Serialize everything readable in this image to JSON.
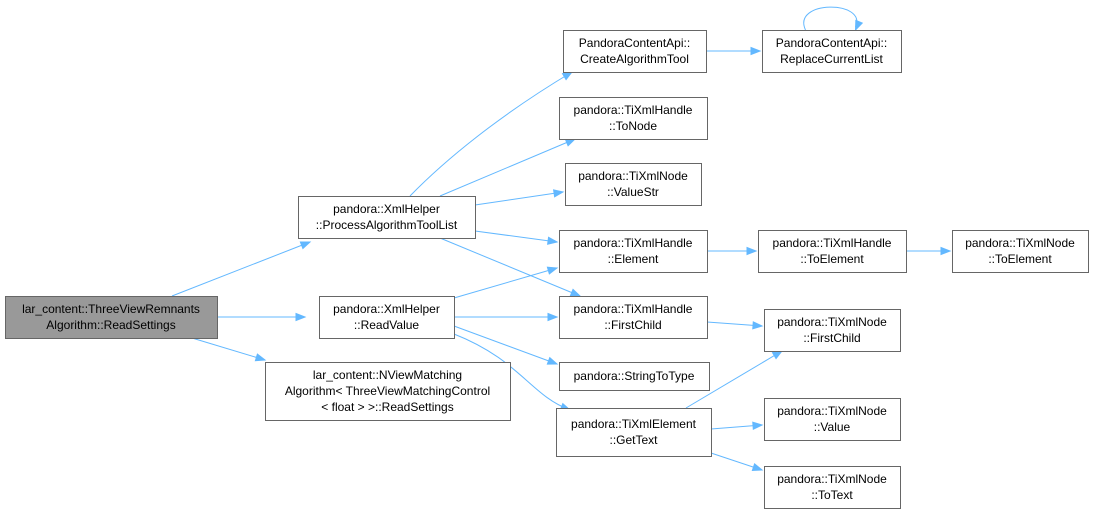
{
  "nodes": [
    {
      "id": "root",
      "lines": [
        "lar_content::ThreeViewRemnants",
        "Algorithm::ReadSettings"
      ],
      "root": true
    },
    {
      "id": "processAlgorithmToolList",
      "lines": [
        "pandora::XmlHelper",
        "::ProcessAlgorithmToolList"
      ]
    },
    {
      "id": "readValue",
      "lines": [
        "pandora::XmlHelper",
        "::ReadValue"
      ]
    },
    {
      "id": "nviewReadSettings",
      "lines": [
        "lar_content::NViewMatching",
        "Algorithm< ThreeViewMatchingControl",
        "< float > >::ReadSettings"
      ]
    },
    {
      "id": "createAlgorithmTool",
      "lines": [
        "PandoraContentApi::",
        "CreateAlgorithmTool"
      ]
    },
    {
      "id": "replaceCurrentList",
      "lines": [
        "PandoraContentApi::",
        "ReplaceCurrentList"
      ]
    },
    {
      "id": "handleToNode",
      "lines": [
        "pandora::TiXmlHandle",
        "::ToNode"
      ]
    },
    {
      "id": "nodeValueStr",
      "lines": [
        "pandora::TiXmlNode",
        "::ValueStr"
      ]
    },
    {
      "id": "handleElement",
      "lines": [
        "pandora::TiXmlHandle",
        "::Element"
      ]
    },
    {
      "id": "handleToElement",
      "lines": [
        "pandora::TiXmlHandle",
        "::ToElement"
      ]
    },
    {
      "id": "nodeToElement",
      "lines": [
        "pandora::TiXmlNode",
        "::ToElement"
      ]
    },
    {
      "id": "handleFirstChild",
      "lines": [
        "pandora::TiXmlHandle",
        "::FirstChild"
      ]
    },
    {
      "id": "nodeFirstChild",
      "lines": [
        "pandora::TiXmlNode",
        "::FirstChild"
      ]
    },
    {
      "id": "stringToType",
      "lines": [
        "pandora::StringToType"
      ]
    },
    {
      "id": "elementGetText",
      "lines": [
        "pandora::TiXmlElement",
        "::GetText"
      ]
    },
    {
      "id": "nodeValue",
      "lines": [
        "pandora::TiXmlNode",
        "::Value"
      ]
    },
    {
      "id": "nodeToText",
      "lines": [
        "pandora::TiXmlNode",
        "::ToText"
      ]
    }
  ],
  "edges": [
    {
      "from": "root",
      "to": "processAlgorithmToolList"
    },
    {
      "from": "root",
      "to": "readValue"
    },
    {
      "from": "root",
      "to": "nviewReadSettings"
    },
    {
      "from": "processAlgorithmToolList",
      "to": "createAlgorithmTool"
    },
    {
      "from": "processAlgorithmToolList",
      "to": "handleToNode"
    },
    {
      "from": "processAlgorithmToolList",
      "to": "nodeValueStr"
    },
    {
      "from": "processAlgorithmToolList",
      "to": "handleElement"
    },
    {
      "from": "processAlgorithmToolList",
      "to": "handleFirstChild"
    },
    {
      "from": "createAlgorithmTool",
      "to": "replaceCurrentList"
    },
    {
      "from": "replaceCurrentList",
      "to": "replaceCurrentList"
    },
    {
      "from": "handleElement",
      "to": "handleToElement"
    },
    {
      "from": "handleToElement",
      "to": "nodeToElement"
    },
    {
      "from": "readValue",
      "to": "handleElement"
    },
    {
      "from": "readValue",
      "to": "handleFirstChild"
    },
    {
      "from": "readValue",
      "to": "stringToType"
    },
    {
      "from": "readValue",
      "to": "elementGetText"
    },
    {
      "from": "handleFirstChild",
      "to": "nodeFirstChild"
    },
    {
      "from": "elementGetText",
      "to": "nodeFirstChild"
    },
    {
      "from": "elementGetText",
      "to": "nodeValue"
    },
    {
      "from": "elementGetText",
      "to": "nodeToText"
    }
  ]
}
